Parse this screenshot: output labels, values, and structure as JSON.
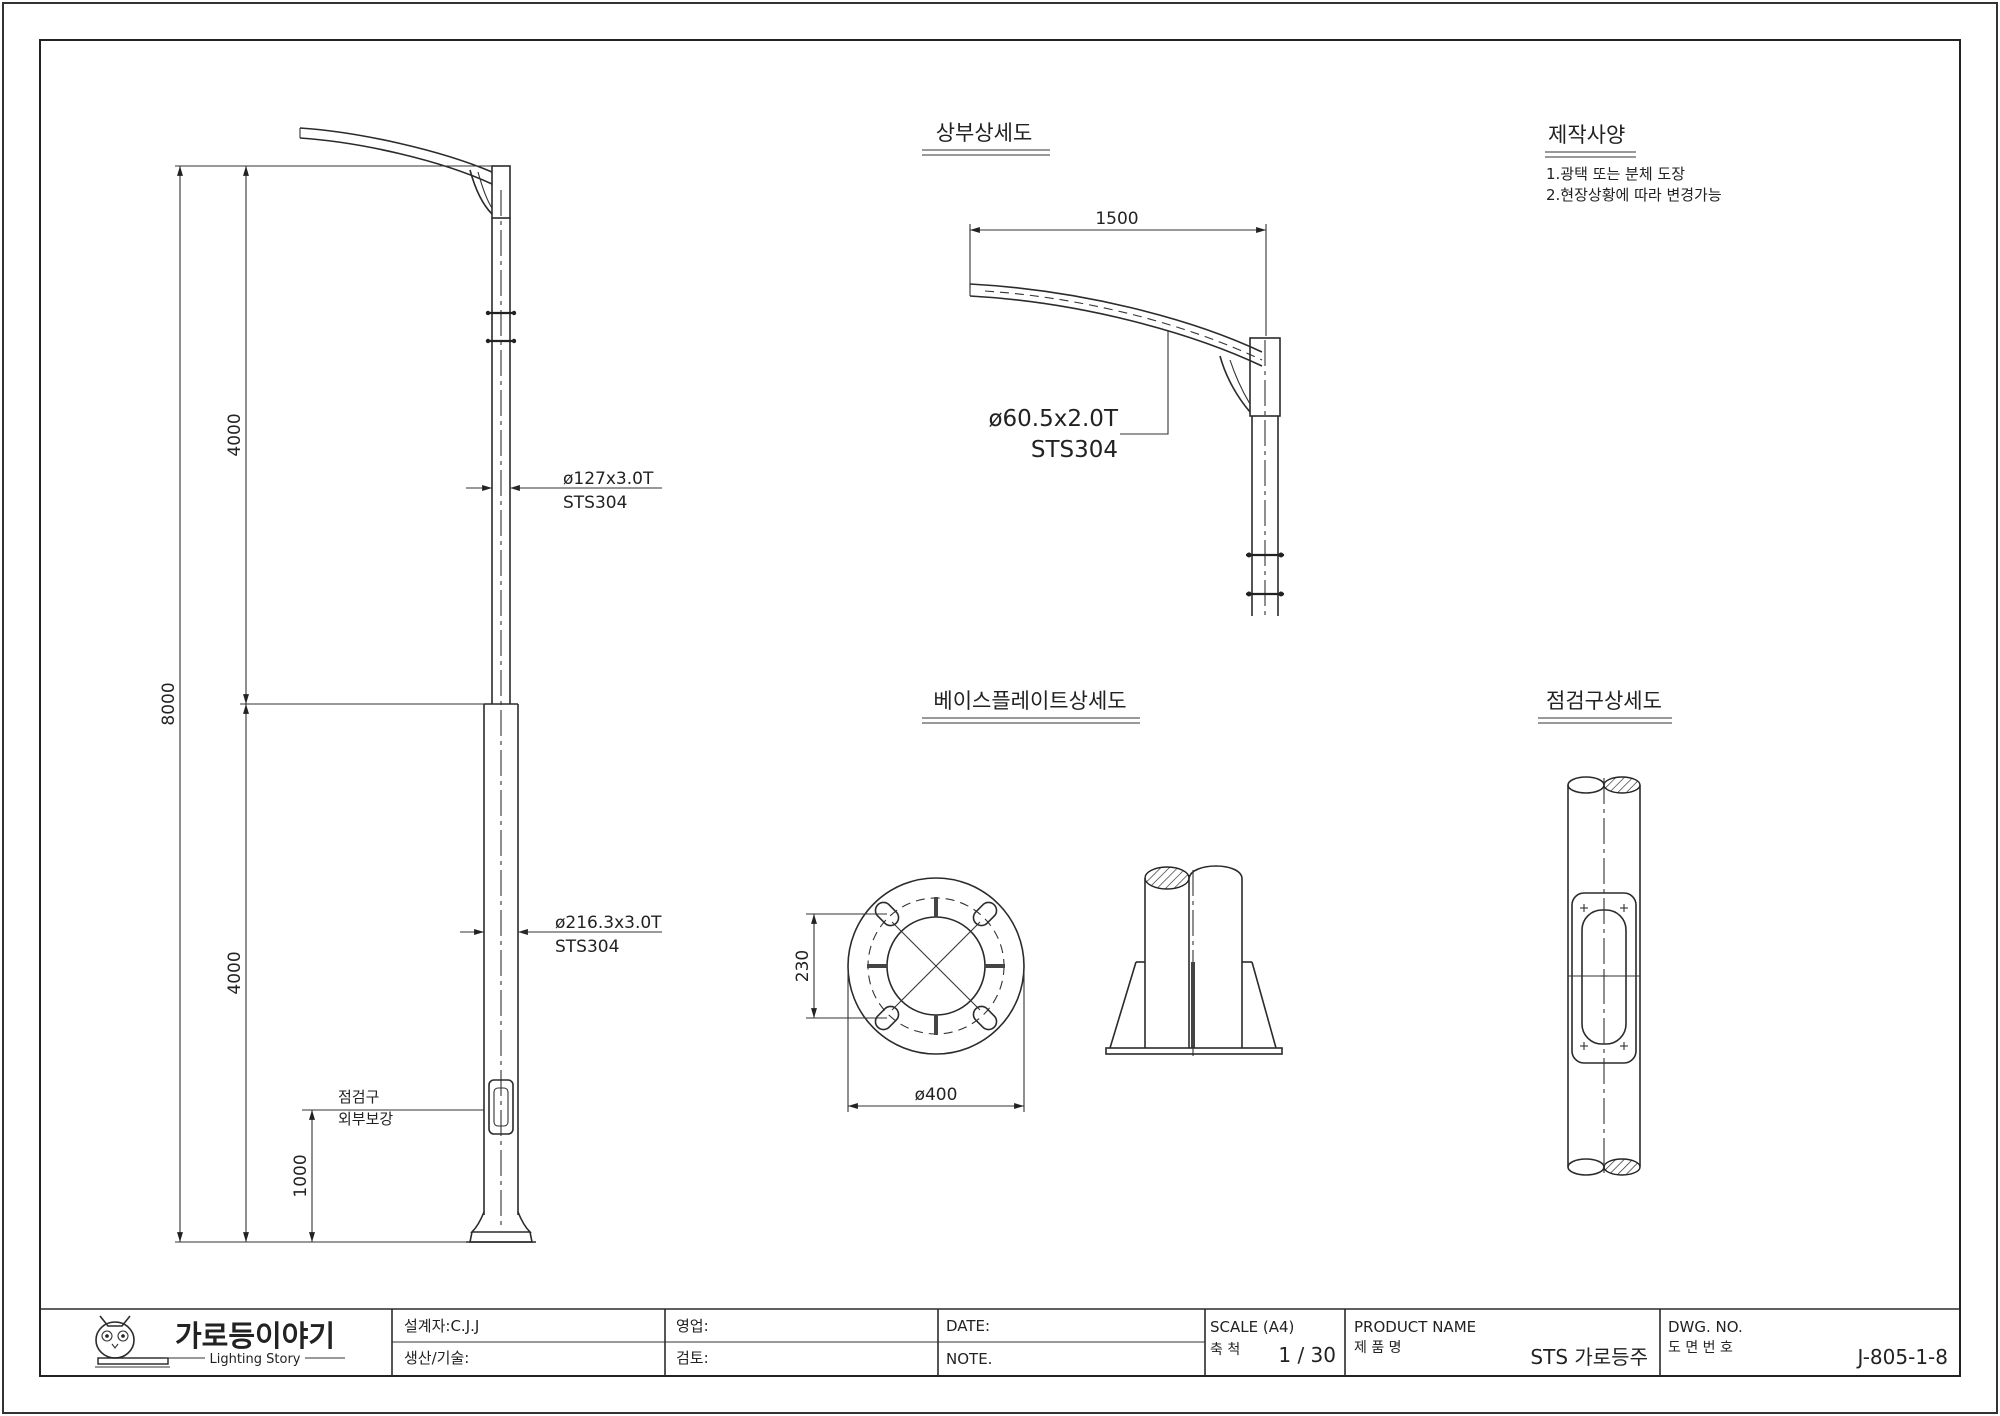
{
  "drawing": {
    "titles": {
      "top_detail": "상부상세도",
      "spec": "제작사양",
      "base_detail": "베이스플레이트상세도",
      "inspection_detail": "점검구상세도"
    },
    "spec_notes": [
      "1.광택 또는 분체 도장",
      "2.현장상황에 따라 변경가능"
    ],
    "dims": {
      "total_height": "8000",
      "upper_height": "4000",
      "lower_height": "4000",
      "door_height": "1000",
      "arm_length": "1500",
      "base_bolt": "230",
      "base_dia": "ø400"
    },
    "callouts": {
      "upper_pipe": "ø127x3.0T",
      "upper_mat": "STS304",
      "lower_pipe": "ø216.3x3.0T",
      "lower_mat": "STS304",
      "arm_pipe": "ø60.5x2.0T",
      "arm_mat": "STS304",
      "door_1": "점검구",
      "door_2": "외부보강"
    }
  },
  "title_block": {
    "logo_text": "가로등이야기",
    "logo_sub": "Lighting Story",
    "designer": "설계자:C.J.J",
    "production": "생산/기술:",
    "sales": "영업:",
    "review": "검토:",
    "date": "DATE:",
    "note": "NOTE.",
    "scale_label": "SCALE (A4)",
    "scale_kr": "축 척",
    "scale_value": "1 / 30",
    "product_label": "PRODUCT NAME",
    "product_kr": "제 품 명",
    "product_value": "STS 가로등주",
    "dwg_label": "DWG. NO.",
    "dwg_kr": "도 면 번 호",
    "dwg_value": "J-805-1-8"
  }
}
